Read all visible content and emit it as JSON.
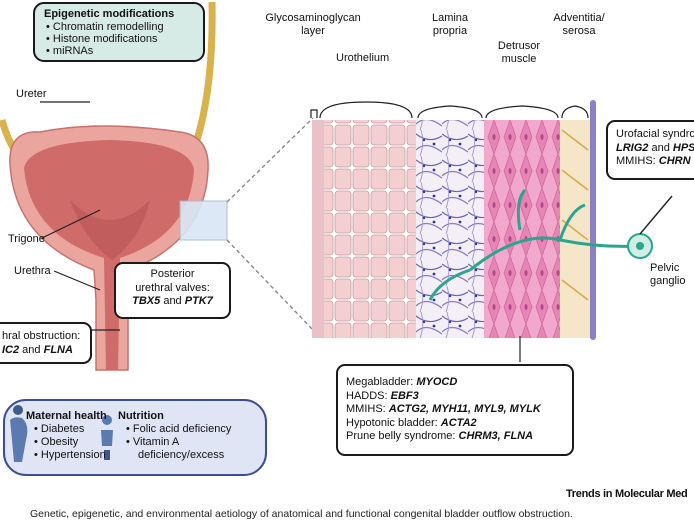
{
  "epigenetic": {
    "title": "Epigenetic modifications",
    "items": [
      "Chromatin remodelling",
      "Histone modifications",
      "miRNAs"
    ]
  },
  "labels": {
    "ureter": "Ureter",
    "trigone": "Trigone",
    "urethra": "Urethra",
    "gag_line1": "Glycosaminoglycan",
    "gag_line2": "layer",
    "urothelium": "Urothelium",
    "lamina_line1": "Lamina",
    "lamina_line2": "propria",
    "detrusor_line1": "Detrusor",
    "detrusor_line2": "muscle",
    "adventitia_line1": "Adventitia/",
    "adventitia_line2": "serosa",
    "pelvic_line1": "Pelvic",
    "pelvic_line2": "ganglio"
  },
  "posterior_valves": {
    "line1": "Posterior",
    "line2": "urethral valves:",
    "gene1": "TBX5",
    "and": " and ",
    "gene2": "PTK7"
  },
  "urethral_obstruction": {
    "line1": "hral obstruction:",
    "gene1": "IC2",
    "and": " and ",
    "gene2": "FLNA"
  },
  "urofacial": {
    "line1": "Urofacial syndro",
    "gene1": "LRIG2",
    "and": " and ",
    "gene2": "HPS",
    "line3_prefix": "MMIHS: ",
    "gene3": "CHRN"
  },
  "muscle_genes": {
    "rows": [
      {
        "label": "Megabladder: ",
        "genes": "MYOCD"
      },
      {
        "label": "HADDS: ",
        "genes": "EBF3"
      },
      {
        "label": "MMIHS: ",
        "genes": "ACTG2, MYH11, MYL9, MYLK"
      },
      {
        "label": "Hypotonic bladder: ",
        "genes": "ACTA2"
      },
      {
        "label": "Prune belly syndrome: ",
        "genes": "CHRM3, FLNA"
      }
    ]
  },
  "environment": {
    "maternal_title": "Maternal health",
    "maternal_items": [
      "Diabetes",
      "Obesity",
      "Hypertension"
    ],
    "nutrition_title": "Nutrition",
    "nutrition_items": [
      "Folic acid deficiency",
      "Vitamin A",
      "deficiency/excess"
    ]
  },
  "journal": "Trends in Molecular Med",
  "caption": "Genetic, epigenetic, and environmental aetiology of anatomical and functional congenital bladder outflow obstruction.",
  "colors": {
    "bladder_outer": "#e8a39b",
    "bladder_inner": "#cf6b69",
    "ureter": "#d8b24a",
    "epi_box": "#d7ebe6",
    "env_box": "#dfe5f5",
    "urothelium": "#f1c8cb",
    "lamina_fibre": "#5a58a8",
    "detrusor": "#e48fb9",
    "adventitia": "#f3d7a8",
    "nerve": "#2aa58e"
  }
}
